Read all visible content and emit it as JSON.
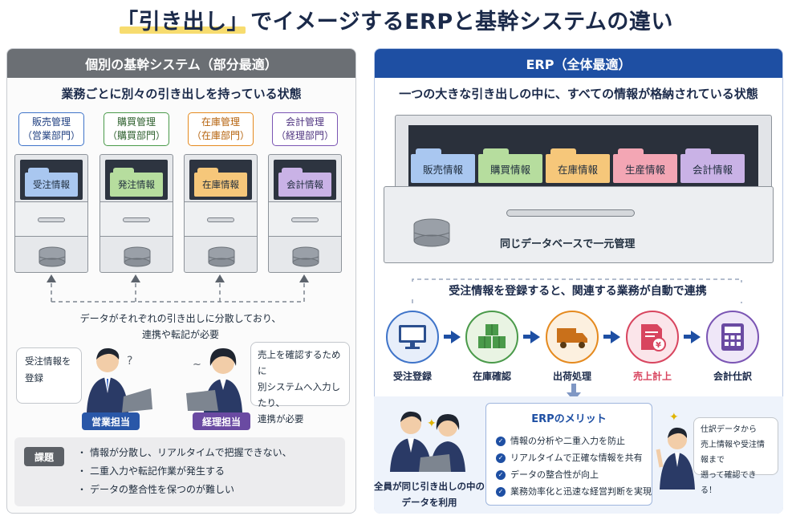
{
  "title": {
    "highlight": "「引き出し」",
    "rest": "でイメージするERPと基幹システムの違い"
  },
  "left": {
    "header": "個別の基幹システム（部分最適）",
    "subtitle": "業務ごとに別々の引き出しを持っている状態",
    "cabinets": [
      {
        "name_line1": "販売管理",
        "name_line2": "（営業部門）",
        "folder": "受注情報",
        "color": "#3f74c9",
        "folder_color": "#a9c7f0"
      },
      {
        "name_line1": "購買管理",
        "name_line2": "（購買部門）",
        "folder": "発注情報",
        "color": "#4a9a4a",
        "folder_color": "#b6dd9e"
      },
      {
        "name_line1": "在庫管理",
        "name_line2": "（在庫部門）",
        "folder": "在庫情報",
        "color": "#e58a1f",
        "folder_color": "#f6c77a"
      },
      {
        "name_line1": "会計管理",
        "name_line2": "（経理部門）",
        "folder": "会計情報",
        "color": "#7b55b4",
        "folder_color": "#c9b2e6"
      }
    ],
    "note_line1": "データがそれぞれの引き出しに分散しており、",
    "note_line2": "連携や転記が必要",
    "bubble_sales_line1": "受注情報を",
    "bubble_sales_line2": "登録",
    "bubble_acct_line1": "売上を確認するために",
    "bubble_acct_line2": "別システムへ入力したり、",
    "bubble_acct_line3": "連携が必要",
    "role_sales": "営業担当",
    "role_acct": "経理担当",
    "issues_tag": "課題",
    "issues": [
      "情報が分散し、リアルタイムで把握できない、",
      "二重入力や転記作業が発生する",
      "データの整合性を保つのが難しい"
    ]
  },
  "right": {
    "header": "ERP（全体最適）",
    "subtitle": "一つの大きな引き出しの中に、すべての情報が格納されている状態",
    "folders": [
      {
        "label": "販売情報",
        "color": "#a9c7f0"
      },
      {
        "label": "購買情報",
        "color": "#b6dd9e"
      },
      {
        "label": "在庫情報",
        "color": "#f6c77a"
      },
      {
        "label": "生産情報",
        "color": "#f3a6b4"
      },
      {
        "label": "会計情報",
        "color": "#c9b2e6"
      }
    ],
    "db_label": "同じデータベースで一元管理",
    "flow_title": "受注情報を登録すると、関連する業務が自動で連携",
    "flow": [
      {
        "label": "受注登録",
        "icon": "monitor-icon",
        "color": "#3f74c9",
        "label_color": "#1b2a4a"
      },
      {
        "label": "在庫確認",
        "icon": "boxes-icon",
        "color": "#4a9a4a",
        "label_color": "#1b2a4a"
      },
      {
        "label": "出荷処理",
        "icon": "truck-icon",
        "color": "#e58a1f",
        "label_color": "#1b2a4a"
      },
      {
        "label": "売上計上",
        "icon": "invoice-icon",
        "color": "#d8455f",
        "label_color": "#d8455f"
      },
      {
        "label": "会計仕訳",
        "icon": "calculator-icon",
        "color": "#7b55b4",
        "label_color": "#1b2a4a"
      }
    ],
    "merit_title": "ERPのメリット",
    "merits": [
      "情報の分析や二重入力を防止",
      "リアルタイムで正確な情報を共有",
      "データの整合性が向上",
      "業務効率化と迅速な経営判断を実現"
    ],
    "team_caption_line1": "全員が同じ引き出しの中の",
    "team_caption_line2": "データを利用",
    "bubble_line1": "仕訳データから",
    "bubble_line2": "売上情報や受注情報まで",
    "bubble_line3": "遡って確認できる！"
  }
}
